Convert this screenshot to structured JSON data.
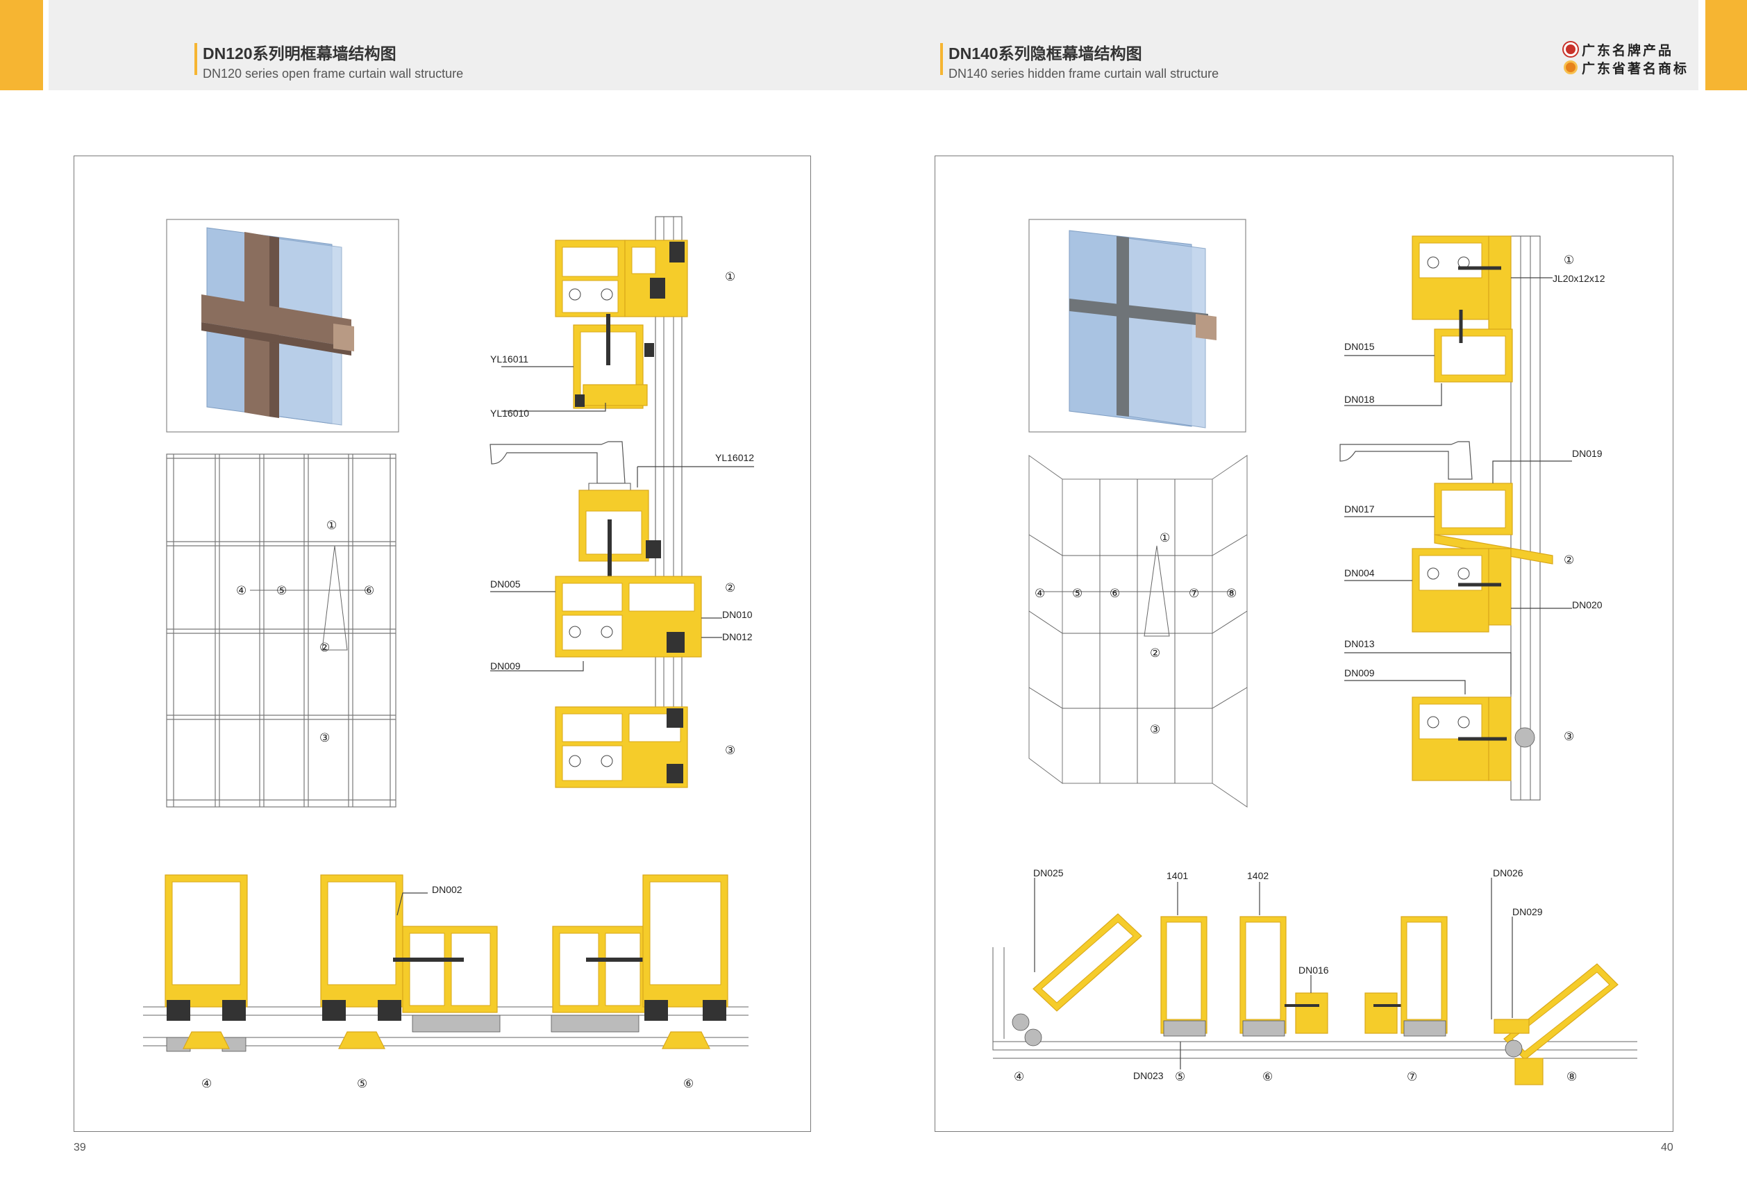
{
  "left_page": {
    "title_cn": "DN120系列明框幕墙结构图",
    "title_en": "DN120 series open frame curtain wall structure",
    "page_number": "39",
    "labels": {
      "yl16011": "YL16011",
      "yl16010": "YL16010",
      "yl16012": "YL16012",
      "dn005": "DN005",
      "dn010": "DN010",
      "dn012": "DN012",
      "dn009": "DN009",
      "dn002": "DN002"
    },
    "markers": {
      "m1": "①",
      "m2": "②",
      "m3": "③",
      "m4": "④",
      "m5": "⑤",
      "m6": "⑥"
    }
  },
  "right_page": {
    "title_cn": "DN140系列隐框幕墙结构图",
    "title_en": "DN140 series hidden frame curtain wall structure",
    "page_number": "40",
    "labels": {
      "jl": "JL20x12x12",
      "dn015": "DN015",
      "dn018": "DN018",
      "dn019": "DN019",
      "dn017": "DN017",
      "dn004": "DN004",
      "dn020": "DN020",
      "dn013": "DN013",
      "dn009": "DN009",
      "dn025": "DN025",
      "p1401": "1401",
      "p1402": "1402",
      "dn026": "DN026",
      "dn029": "DN029",
      "dn016": "DN016",
      "dn023": "DN023"
    },
    "markers": {
      "m1": "①",
      "m2": "②",
      "m3": "③",
      "m4": "④",
      "m5": "⑤",
      "m6": "⑥",
      "m7": "⑦",
      "m8": "⑧"
    }
  },
  "brand": {
    "line1": "广东名牌产品",
    "line2": "广东省著名商标"
  },
  "colors": {
    "accent": "#f6b532",
    "profile": "#f5cc2a",
    "header_bg": "#efefef"
  }
}
